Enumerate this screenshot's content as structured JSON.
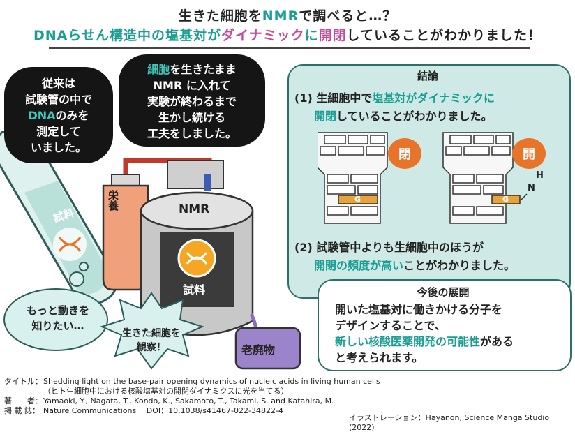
{
  "title": {
    "line1_a": "生きた細胞を",
    "line1_b": "NMR",
    "line1_c": "で調べると…？",
    "line2_a": "DNAらせん構造中の塩基対が",
    "line2_b": "ダイナミック",
    "line2_c": "に",
    "line2_d": "開閉",
    "line2_e": "していることがわかりました！"
  },
  "bubble_test_tube": {
    "l1": "従来は",
    "l2": "試験管の中で",
    "l3a": "DNA",
    "l3b": "のみを",
    "l4": "測定して",
    "l5": "いました。"
  },
  "bubble_cells": {
    "l1a": "細胞",
    "l1b": "を生きたまま",
    "l2": "NMR に入れて",
    "l3": "実験が終わるまで",
    "l4": "生かし続ける",
    "l5": "工夫をしました。"
  },
  "test_tube_label": "試料",
  "nutrient_label": "栄養",
  "nmr_label": "NMR",
  "nmr_sample_label": "試料",
  "waste_label": "老廃物",
  "thought_bubble": {
    "l1": "もっと動きを",
    "l2": "知りたい…"
  },
  "star_bubble": {
    "l1": "生きた細胞を",
    "l2": "観察！"
  },
  "conclusion": {
    "title": "結論",
    "p1_num": "(1)",
    "p1_a": "生細胞中で",
    "p1_b": "塩基対がダイナミックに",
    "p1_c": "開閉",
    "p1_d": "していることがわかりました。",
    "closed_badge": "閉",
    "open_badge": "開",
    "base_label_closed": "G",
    "base_label_open": "G",
    "atom_n": "N",
    "atom_h": "H",
    "p2_num": "(2)",
    "p2_a": "試験管中よりも生細胞中のほうが",
    "p2_b": "開閉の頻度が高い",
    "p2_c": "ことがわかりました。"
  },
  "future": {
    "title": "今後の展開",
    "l1": "開いた塩基対に働きかける分子を",
    "l2": "デザインすることで、",
    "l3a": "新しい核酸医薬開発の可能性",
    "l3b": "がある",
    "l4": "と考えられます。"
  },
  "info": {
    "title_label": "タイトル：",
    "title_value": "Shedding light on the base-pair opening dynamics of nucleic acids in living human cells",
    "title_ja": "（ヒト生細胞中における核酸塩基対の開閉ダイナミクスに光を当てる）",
    "author_label": "著　　者：",
    "author_value": "Yamaoki, Y., Nagata, T., Kondo, K., Sakamoto, T., Takami, S. and Katahira, M.",
    "journal_label": "掲 載 誌：",
    "journal_value": "Nature Communications　 DOI：10.1038/s41467-022-34822-4"
  },
  "credit": "イラストレーション：Hayanon, Science Manga Studio (2022)",
  "colors": {
    "teal": "#1a9e94",
    "orange": "#e8742a",
    "panel": "#cfeae6",
    "dark": "#151515"
  }
}
